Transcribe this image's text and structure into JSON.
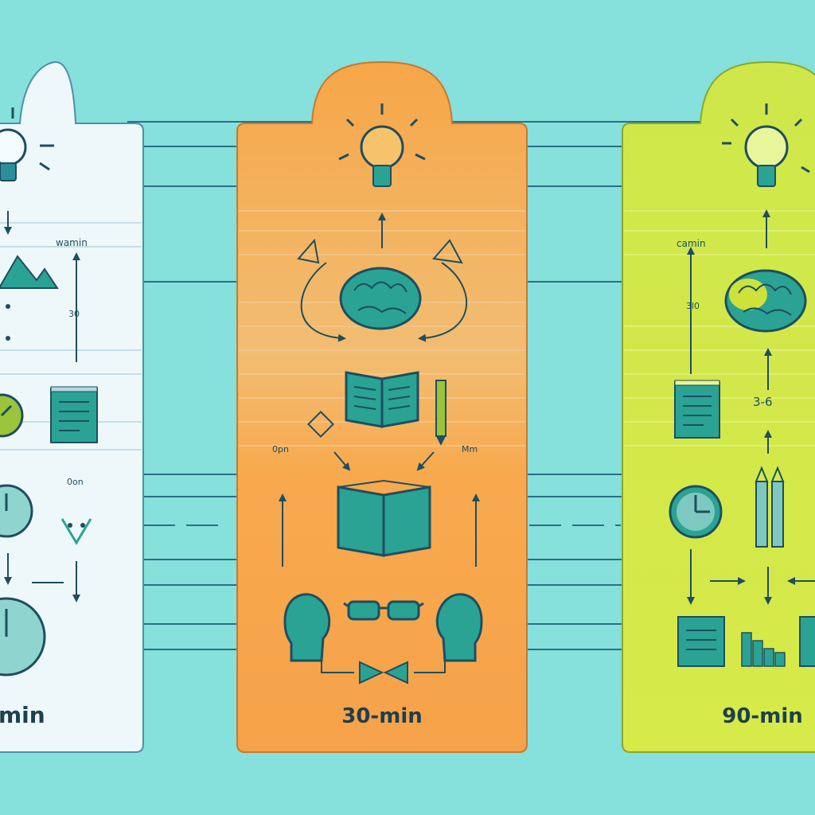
{
  "colors": {
    "background": "#86e0dc",
    "teal": "#2aa394",
    "dark_teal": "#1f6f78",
    "outline": "#1e5d6b",
    "white_panel": "#eef8fb",
    "orange_panel": "#f7a64a",
    "lime_panel": "#d3e94a",
    "connector": "#2a6f86"
  },
  "panels": [
    {
      "footer_label": "min",
      "notes": [
        "wamin",
        "30",
        "0on"
      ],
      "icons": [
        "lightbulb-icon",
        "mountain-icon",
        "stopwatch-icon",
        "notepad-icon",
        "clock-icon",
        "chevron-icon",
        "large-clock-icon"
      ]
    },
    {
      "footer_label": "30-min",
      "notes": [
        "0pn",
        "Mm"
      ],
      "icons": [
        "lightbulb-icon",
        "brain-icon",
        "open-book-icon",
        "pen-icon",
        "diamond-icon",
        "open-book-icon",
        "head-profile-icon",
        "eyeglasses-icon",
        "bow-tie-icon"
      ]
    },
    {
      "footer_label": "90-min",
      "notes": [
        "camin",
        "3l0",
        "3-6"
      ],
      "icons": [
        "lightbulb-icon",
        "brain-icon",
        "notepad-icon",
        "clock-icon",
        "pencils-icon",
        "notepad-icon",
        "bar-chart-icon"
      ]
    }
  ]
}
